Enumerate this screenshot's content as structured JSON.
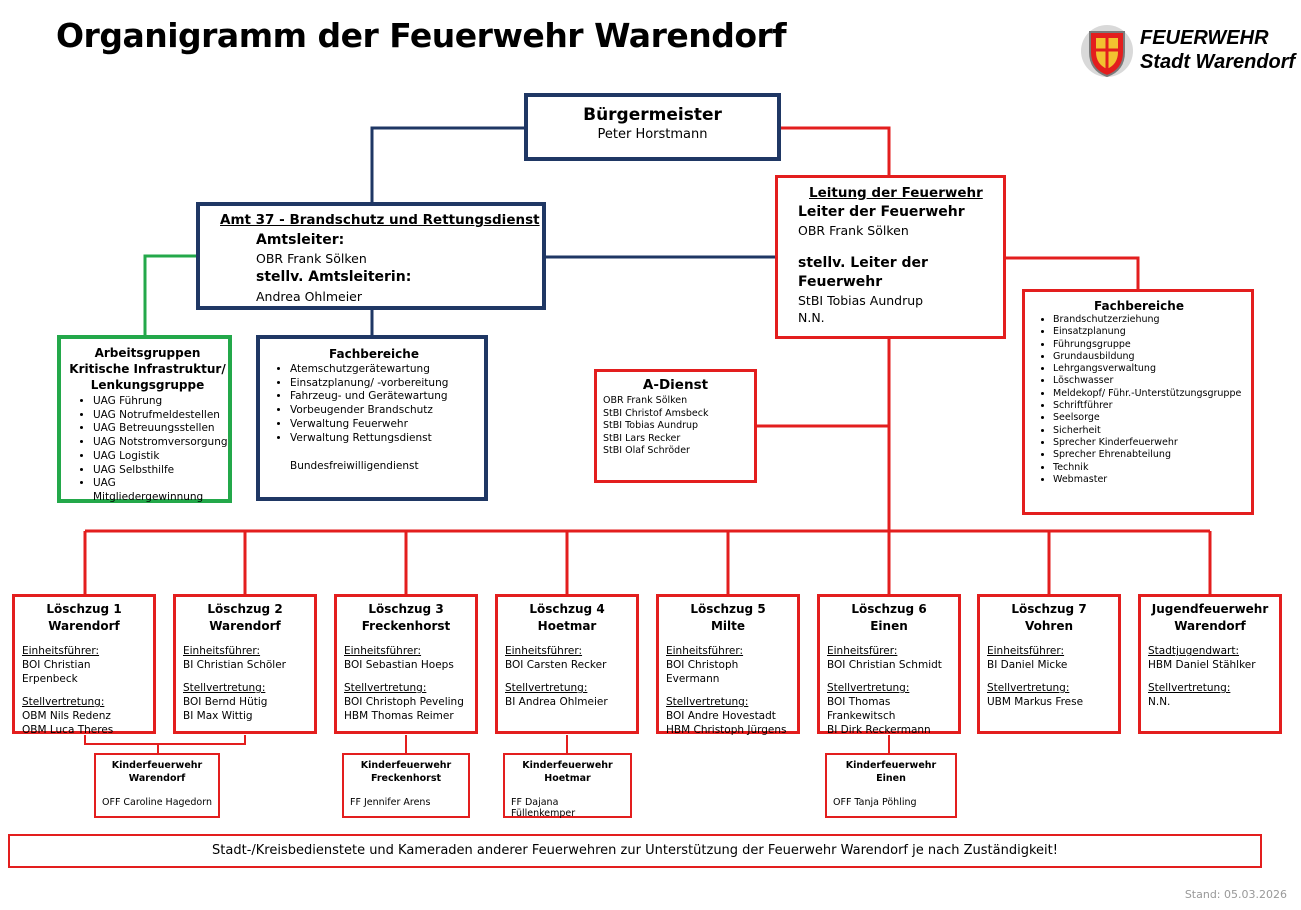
{
  "title": "Organigramm der Feuerwehr Warendorf",
  "logo": {
    "line1": "FEUERWEHR",
    "line2": "Stadt Warendorf",
    "crest_colors": [
      "#e31e1e",
      "#f2c230",
      "#7a7a7a"
    ]
  },
  "colors": {
    "navy": "#1f3764",
    "red": "#e31e1e",
    "green": "#23a84a"
  },
  "buergermeister": {
    "title": "Bürgermeister",
    "name": "Peter Horstmann"
  },
  "amt37": {
    "title": "Amt 37  - Brandschutz und Rettungsdienst",
    "amtsleiter_label": "Amtsleiter:",
    "amtsleiter": "OBR Frank Sölken",
    "stellv_label": "stellv. Amtsleiterin:",
    "stellv": "Andrea Ohlmeier"
  },
  "leitung": {
    "title": "Leitung der Feuerwehr",
    "leiter_label": "Leiter der Feuerwehr",
    "leiter": "OBR Frank Sölken",
    "stellv_label": "stellv. Leiter der Feuerwehr",
    "stellv1": "StBI Tobias Aundrup",
    "stellv2": "N.N."
  },
  "arbeitsgruppen": {
    "title_l1": "Arbeitsgruppen",
    "title_l2": "Kritische Infrastruktur/",
    "title_l3": "Lenkungsgruppe",
    "items": [
      "UAG Führung",
      "UAG Notrufmeldestellen",
      "UAG Betreuungsstellen",
      "UAG Notstromversorgung",
      "UAG Logistik",
      "UAG Selbsthilfe",
      "UAG Mitgliedergewinnung"
    ]
  },
  "fachbereiche_amt": {
    "title": "Fachbereiche",
    "items": [
      "Atemschutzgerätewartung",
      "Einsatzplanung/ -vorbereitung",
      "Fahrzeug- und Gerätewartung",
      "Vorbeugender Brandschutz",
      "Verwaltung Feuerwehr",
      "Verwaltung Rettungsdienst"
    ],
    "extra": "Bundesfreiwilligendienst"
  },
  "adienst": {
    "title": "A-Dienst",
    "items": [
      "OBR Frank Sölken",
      "StBI Christof Amsbeck",
      "StBI Tobias Aundrup",
      "StBI Lars Recker",
      "StBI Olaf Schröder"
    ]
  },
  "fachbereiche_fw": {
    "title": "Fachbereiche",
    "items": [
      "Brandschutzerziehung",
      "Einsatzplanung",
      "Führungsgruppe",
      "Grundausbildung",
      "Lehrgangsverwaltung",
      "Löschwasser",
      "Meldekopf/ Führ.-Unterstützungsgruppe",
      "Schriftführer",
      "Seelsorge",
      "Sicherheit",
      "Sprecher Kinderfeuerwehr",
      "Sprecher Ehrenabteilung",
      "Technik",
      "Webmaster"
    ]
  },
  "loeschzuege": [
    {
      "title1": "Löschzug 1",
      "title2": "Warendorf",
      "ef_label": "Einheitsführer:",
      "ef": "BOI Christian Erpenbeck",
      "sv_label": "Stellvertretung:",
      "sv": [
        "OBM Nils Redenz",
        "OBM Luca Theres"
      ]
    },
    {
      "title1": "Löschzug 2",
      "title2": "Warendorf",
      "ef_label": "Einheitsführer:",
      "ef": "BI Christian Schöler",
      "sv_label": "Stellvertretung:",
      "sv": [
        "BOI Bernd Hütig",
        "BI Max Wittig"
      ]
    },
    {
      "title1": "Löschzug 3",
      "title2": "Freckenhorst",
      "ef_label": "Einheitsführer:",
      "ef": "BOI Sebastian Hoeps",
      "sv_label": "Stellvertretung:",
      "sv": [
        "BOI Christoph Peveling",
        "HBM Thomas Reimer"
      ]
    },
    {
      "title1": "Löschzug 4",
      "title2": "Hoetmar",
      "ef_label": "Einheitsführer:",
      "ef": "BOI Carsten Recker",
      "sv_label": "Stellvertretung:",
      "sv": [
        "BI Andrea Ohlmeier"
      ]
    },
    {
      "title1": "Löschzug 5",
      "title2": "Milte",
      "ef_label": "Einheitsführer:",
      "ef": "BOI Christoph Evermann",
      "sv_label": "Stellvertretung:",
      "sv": [
        "BOI Andre Hovestadt",
        "HBM Christoph Jürgens"
      ]
    },
    {
      "title1": "Löschzug 6",
      "title2": "Einen",
      "ef_label": "Einheitsfürer:",
      "ef": "BOI Christian Schmidt",
      "sv_label": "Stellvertretung:",
      "sv": [
        "BOI Thomas Frankewitsch",
        "BI Dirk Reckermann"
      ]
    },
    {
      "title1": "Löschzug 7",
      "title2": "Vohren",
      "ef_label": "Einheitsführer:",
      "ef": "BI Daniel Micke",
      "sv_label": "Stellvertretung:",
      "sv": [
        "UBM Markus Frese"
      ]
    },
    {
      "title1": "Jugendfeuerwehr",
      "title2": "Warendorf",
      "ef_label": "Stadtjugendwart:",
      "ef": "HBM Daniel Stählker",
      "sv_label": "Stellvertretung:",
      "sv": [
        "N.N."
      ]
    }
  ],
  "kinderfeuerwehren": [
    {
      "title1": "Kinderfeuerwehr",
      "title2": "Warendorf",
      "name": "OFF Caroline Hagedorn"
    },
    {
      "title1": "Kinderfeuerwehr",
      "title2": "Freckenhorst",
      "name": "FF Jennifer Arens"
    },
    {
      "title1": "Kinderfeuerwehr",
      "title2": "Hoetmar",
      "name": "FF Dajana Füllenkemper"
    },
    {
      "title1": "Kinderfeuerwehr",
      "title2": "Einen",
      "name": "OFF Tanja Pöhling"
    }
  ],
  "footer": "Stadt-/Kreisbedienstete und Kameraden anderer Feuerwehren zur Unterstützung der Feuerwehr Warendorf je nach Zuständigkeit!",
  "stand": "Stand: 05.03.2026"
}
